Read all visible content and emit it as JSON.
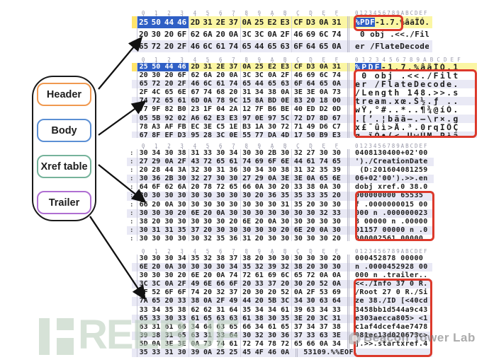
{
  "flowchart": {
    "items": [
      {
        "label": "Header",
        "color": "#f09950"
      },
      {
        "label": "Body",
        "color": "#5b8fd4"
      },
      {
        "label": "Xref table",
        "color": "#76b39b"
      },
      {
        "label": "Trailer",
        "color": "#af6fd2"
      }
    ]
  },
  "hex_viewer": {
    "column_header_hex": [
      "0",
      "1",
      "2",
      "3",
      "4",
      "5",
      "6",
      "7",
      "8",
      "9",
      "A",
      "B",
      "C",
      "D",
      "E",
      "F"
    ],
    "column_header_ascii": "0123456789ABCDEF",
    "selection_color": "#2f5fc5",
    "highlight_row_color": "#fbf6a3",
    "annotation_color": "#dc392b",
    "sections": [
      {
        "name": "header-section",
        "rows": [
          {
            "hex": "25 50 44 46 2D 31 2E 37 0A 25 E2 E3 CF D3 0A 31",
            "ascii_sel": "%PDF",
            "ascii": "-1.7.%âãÏÓ.1",
            "hl": true,
            "sel": 4
          },
          {
            "hex": "20 30 20 6F 62 6A 20 0A 3C 3C 0A 2F 46 69 6C 74",
            "ascii": " 0 obj .<<./Filt"
          },
          {
            "hex": "65 72 20 2F 46 6C 61 74 65 44 65 63 6F 64 65 0A",
            "ascii": "er /FlateDecode."
          }
        ]
      },
      {
        "name": "body-section",
        "rows": [
          {
            "hex": "25 50 44 46 2D 31 2E 37 0A 25 E2 E3 CF D3 0A 31",
            "ascii_sel": "%PDF",
            "ascii": "-1.7.%âãÏÓ.1",
            "hl": true,
            "sel": 4
          },
          {
            "hex": "20 30 20 6F 62 6A 20 0A 3C 3C 0A 2F 46 69 6C 74",
            "ascii": " 0 obj .<<./Filt"
          },
          {
            "hex": "65 72 20 2F 46 6C 61 74 65 44 65 63 6F 64 65 0A",
            "ascii": "er /FlateDecode."
          },
          {
            "hex": "2F 4C 65 6E 67 74 68 20 31 34 38 0A 3E 3E 0A 73",
            "ascii": "/Length 148.>>.s"
          },
          {
            "hex": "74 72 65 61 6D 0A 78 9C 15 8A BD 0E 83 20 18 00",
            "ascii": "tream.xœ.Š½.ƒ .."
          },
          {
            "hex": "77 9F 82 B0 23 1F 04 2A 12 7F B6 BE 40 ED D2 0D",
            "ascii": "wŸ‚°#..*..¶¾@íÒ."
          },
          {
            "hex": "05 5B 92 02 A6 62 E3 E3 97 0E 97 5C 72 D7 8D 67",
            "ascii": ".[’.¦bãã—.—\\r×.g"
          },
          {
            "hex": "78 A3 AF FB EC 3E C5 1E B3 1A 30 72 71 49 D6 C7",
            "ascii": "x£¯ûì>Å.³.0rqIÖÇ"
          },
          {
            "hex": "67 8F EF D3 95 28 3C 0E 55 77 DA 4D 17 50 B9 E3",
            "ascii": "g.ïÓ•(<.UwÚM.P¹ã",
            "cut": true
          }
        ]
      },
      {
        "name": "xref-table-section",
        "offset_char": ":",
        "rows": [
          {
            "hex": "30 34 30 38 31 33 30 34 30 30 2B 30 32 27 30 30",
            "ascii": "0408130400+02'00"
          },
          {
            "hex": "27 29 0A 2F 43 72 65 61 74 69 6F 6E 44 61 74 65",
            "ascii": "')./CreationDate"
          },
          {
            "hex": "20 28 44 3A 32 30 31 36 30 34 30 38 31 32 35 39",
            "ascii": " (D:201604081259"
          },
          {
            "hex": "30 36 2B 30 32 27 30 30 27 29 0A 3E 3E 0A 65 6E",
            "ascii": "06+02'00').>>.en"
          },
          {
            "hex": "64 6F 62 6A 20 78 72 65 66 0A 30 20 33 38 0A 30",
            "ascii": "dobj xref.0 38.0"
          },
          {
            "hex": "30 30 30 30 30 30 30 30 30 20 36 35 35 33 35 20",
            "ascii": "000000000 65535 "
          },
          {
            "hex": "66 20 0A 30 30 30 30 30 30 30 30 31 35 20 30 30",
            "ascii": "f .0000000015 00"
          },
          {
            "hex": "30 30 30 20 6E 20 0A 30 30 30 30 30 30 30 32 33",
            "ascii": "000 n .000000023"
          },
          {
            "hex": "38 20 30 30 30 30 30 20 6E 20 0A 30 30 30 30 30",
            "ascii": "8 00000 n .00000"
          },
          {
            "hex": "30 31 31 35 37 20 30 30 30 30 30 20 6E 20 0A 30",
            "ascii": "01157 00000 n .0"
          },
          {
            "hex": "30 30 30 30 30 32 35 36 31 20 30 30 30 30 30 20",
            "ascii": "000002561 00000 ",
            "cut": true
          }
        ]
      },
      {
        "name": "trailer-section",
        "rows": [
          {
            "hex": "30 30 30 34 35 32 38 37 38 20 30 30 30 30 30 20",
            "ascii": "000452878 00000 "
          },
          {
            "hex": "6E 20 0A 30 30 30 30 34 35 32 39 32 38 20 30 30",
            "ascii": "n .0000452928 00"
          },
          {
            "hex": "30 30 30 20 6E 20 0A 74 72 61 69 6C 65 72 0A 0A",
            "ascii": "000 n .trailer.."
          },
          {
            "hex": "3C 3C 0A 2F 49 6E 66 6F 20 33 37 20 30 20 52 0A",
            "ascii": "<<./Info 37 0 R."
          },
          {
            "hex": "2F 52 6F 6F 74 20 32 37 20 30 20 52 0A 2F 53 69",
            "ascii": "/Root 27 0 R./Si"
          },
          {
            "hex": "7A 65 20 33 38 0A 2F 49 44 20 5B 3C 34 30 63 64",
            "ascii": "ze 38./ID [<40cd"
          },
          {
            "hex": "33 34 35 38 62 62 31 64 35 34 34 61 39 63 34 33",
            "ascii": "3458bb1d544a9c43"
          },
          {
            "hex": "65 33 30 33 61 65 63 63 61 38 30 35 3E 20 3C 31",
            "ascii": "e303aecca805> <1"
          },
          {
            "hex": "63 31 61 66 34 64 63 65 66 34 61 65 37 34 37 38",
            "ascii": "c1af4dcef4ae7478"
          },
          {
            "hex": "39 38 31 65 63 31 33 64 30 32 30 36 37 33 63 3E",
            "ascii": "981ec13d020673c>"
          },
          {
            "hex": "5D 0A 3E 3E 0A 73 74 61 72 74 78 72 65 66 0A 34",
            "ascii": "].>>.startxref.4"
          },
          {
            "hex": "35 33 31 30 39 0A 25 25 45 4F 46 0A",
            "ascii": "53109.%%EOF."
          }
        ]
      }
    ]
  },
  "watermarks": {
    "freebuf": "REEBUF",
    "lab": "Beacon Tower Lab"
  }
}
